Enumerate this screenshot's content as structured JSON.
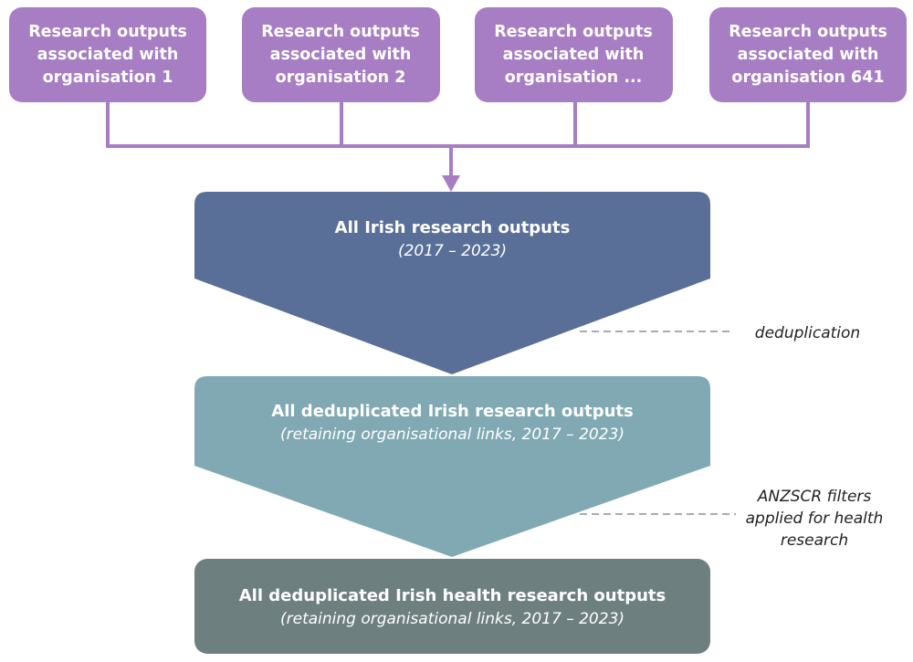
{
  "colors": {
    "organisation": "#a77dc4",
    "connector": "#a77dc4",
    "stage_all": "#5a6f98",
    "stage_dedup": "#80a9b4",
    "stage_health": "#6e7f80",
    "dashed": "#8a8f99"
  },
  "organisations": [
    {
      "label": "Research outputs associated with organisation 1"
    },
    {
      "label": "Research outputs associated with organisation 2"
    },
    {
      "label": "Research outputs associated with organisation ..."
    },
    {
      "label": "Research outputs associated with organisation 641"
    }
  ],
  "stages": [
    {
      "title": "All Irish research outputs",
      "subtitle": "(2017 – 2023)"
    },
    {
      "title": "All deduplicated Irish research outputs",
      "subtitle": "(retaining organisational links, 2017 – 2023)"
    },
    {
      "title": "All deduplicated Irish health research outputs",
      "subtitle": "(retaining organisational links, 2017 – 2023)"
    }
  ],
  "steps": [
    {
      "label": "deduplication"
    },
    {
      "label": "ANZSCR filters applied for health research"
    }
  ]
}
